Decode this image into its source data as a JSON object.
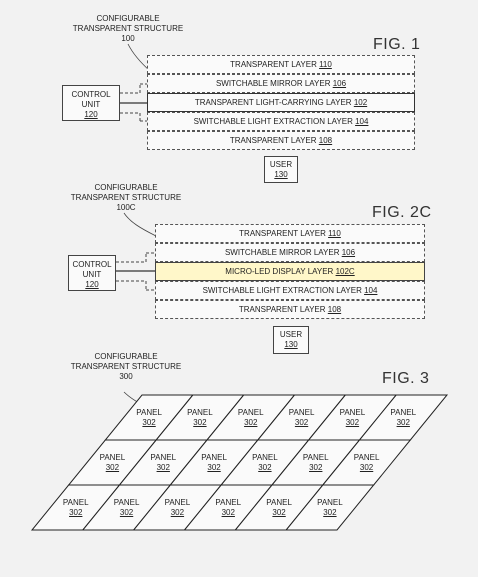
{
  "fig1": {
    "caption_line1": "CONFIGURABLE",
    "caption_line2": "TRANSPARENT STRUCTURE",
    "ref": "100",
    "title": "FIG. 1",
    "control_line1": "CONTROL",
    "control_line2": "UNIT",
    "control_ref": "120",
    "layers": [
      {
        "text": "TRANSPARENT LAYER ",
        "ref": "110"
      },
      {
        "text": "SWITCHABLE MIRROR LAYER ",
        "ref": "106"
      },
      {
        "text": "TRANSPARENT LIGHT-CARRYING LAYER ",
        "ref": "102"
      },
      {
        "text": "SWITCHABLE LIGHT EXTRACTION LAYER ",
        "ref": "104"
      },
      {
        "text": "TRANSPARENT LAYER ",
        "ref": "108"
      }
    ],
    "user": "USER",
    "user_ref": "130"
  },
  "fig2c": {
    "caption_line1": "CONFIGURABLE",
    "caption_line2": "TRANSPARENT STRUCTURE",
    "ref": "100C",
    "title": "FIG. 2C",
    "control_line1": "CONTROL",
    "control_line2": "UNIT",
    "control_ref": "120",
    "layers": [
      {
        "text": "TRANSPARENT LAYER ",
        "ref": "110"
      },
      {
        "text": "SWITCHABLE MIRROR LAYER ",
        "ref": "106"
      },
      {
        "text": "MICRO-LED DISPLAY LAYER ",
        "ref": "102C"
      },
      {
        "text": "SWITCHABLE LIGHT EXTRACTION LAYER ",
        "ref": "104"
      },
      {
        "text": "TRANSPARENT LAYER ",
        "ref": "108"
      }
    ],
    "user": "USER",
    "user_ref": "130",
    "highlight_color": "#fff7c9"
  },
  "fig3": {
    "caption_line1": "CONFIGURABLE",
    "caption_line2": "TRANSPARENT STRUCTURE",
    "ref": "300",
    "title": "FIG. 3",
    "panel_label": "PANEL",
    "panel_ref": "302",
    "rows": 3,
    "cols": 6
  }
}
